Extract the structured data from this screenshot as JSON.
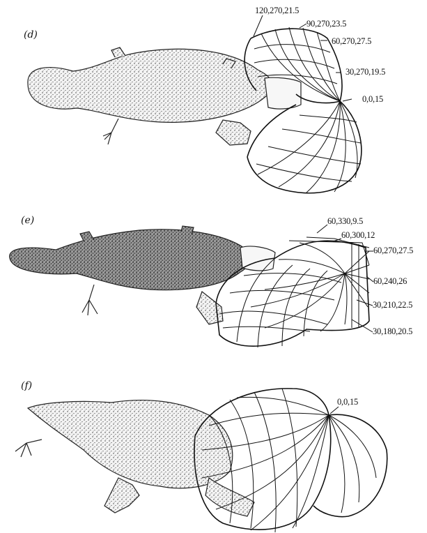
{
  "panels": [
    {
      "label": "(d)",
      "annotations": [
        "120,270,21.5",
        "90,270,23.5",
        "60,270,27.5",
        "30,270,19.5",
        "0,0,15"
      ]
    },
    {
      "label": "(e)",
      "annotations": [
        "60,330,9.5",
        "60,300,12",
        "60,270,27.5",
        "60,240,26",
        "30,210,22.5",
        "30,180,20.5"
      ]
    },
    {
      "label": "(f)",
      "annotations": [
        "0,0,15"
      ]
    }
  ],
  "colors": {
    "ink": "#111111",
    "stipple": "#555555",
    "background": "#ffffff"
  }
}
